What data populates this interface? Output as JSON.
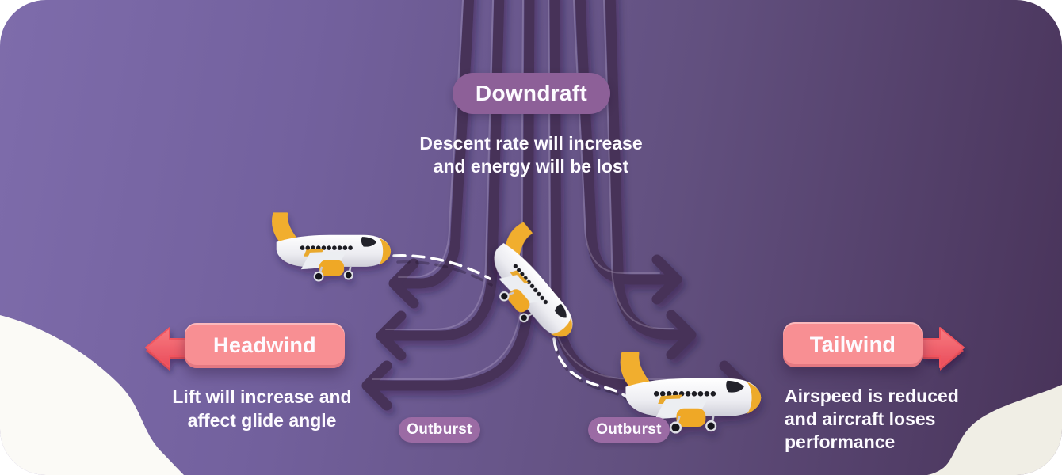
{
  "card": {
    "downdraft": {
      "label": "Downdraft",
      "description_lines": [
        "Descent rate will increase",
        "and energy will be lost"
      ]
    },
    "headwind": {
      "label": "Headwind",
      "description_lines": [
        "Lift will increase and",
        "affect glide angle"
      ]
    },
    "tailwind": {
      "label": "Tailwind",
      "description_lines": [
        "Airspeed is reduced",
        "and aircraft loses",
        "performance"
      ]
    },
    "outburst_labels": [
      "Outburst",
      "Outburst"
    ],
    "icons": [
      "airplane-icon",
      "airplane-diving-icon",
      "airplane-icon",
      "left-flow-arrow-icon",
      "right-flow-arrow-icon",
      "headwind-arrow-icon",
      "tailwind-arrow-icon",
      "flight-path-dashed-line",
      "cloud-blob-shape"
    ],
    "colors": {
      "background_start": "#7e6cab",
      "background_end": "#483359",
      "flow_line": "#463159",
      "downdraft_badge": "#8d6098",
      "outburst_badge": "#9b6ba4",
      "wind_badge": "#f88f93",
      "wind_arrow": "#f2545f",
      "plane_accent": "#efa827",
      "text": "#fdfbff",
      "blob_left": "#fbfaf6",
      "blob_right": "#f0eee5"
    }
  }
}
